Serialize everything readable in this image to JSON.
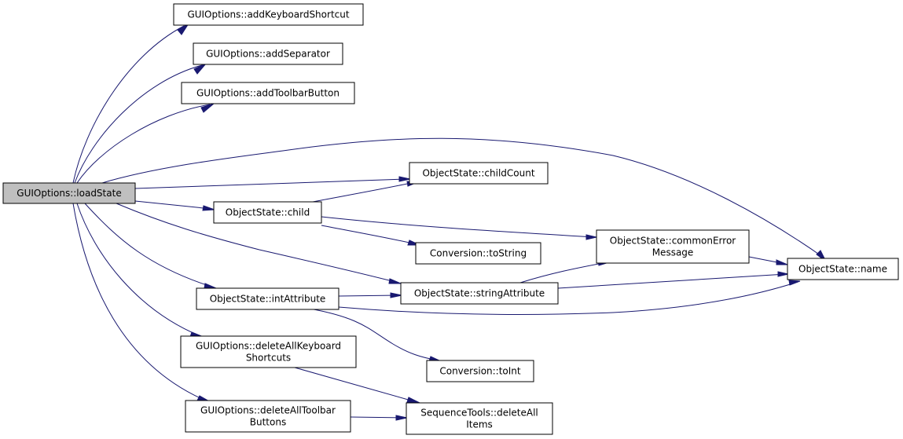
{
  "diagram": {
    "type": "call-graph",
    "edge_color": "#191970",
    "root_fill": "#bfbfbf",
    "nodes": {
      "loadState": {
        "lines": [
          "GUIOptions::loadState"
        ],
        "root": true
      },
      "addKeyboardShortcut": {
        "lines": [
          "GUIOptions::addKeyboardShortcut"
        ]
      },
      "addSeparator": {
        "lines": [
          "GUIOptions::addSeparator"
        ]
      },
      "addToolbarButton": {
        "lines": [
          "GUIOptions::addToolbarButton"
        ]
      },
      "childCount": {
        "lines": [
          "ObjectState::childCount"
        ]
      },
      "child": {
        "lines": [
          "ObjectState::child"
        ]
      },
      "toString": {
        "lines": [
          "Conversion::toString"
        ]
      },
      "commonErrorMessage": {
        "lines": [
          "ObjectState::commonError",
          "Message"
        ]
      },
      "name": {
        "lines": [
          "ObjectState::name"
        ]
      },
      "stringAttribute": {
        "lines": [
          "ObjectState::stringAttribute"
        ]
      },
      "intAttribute": {
        "lines": [
          "ObjectState::intAttribute"
        ]
      },
      "deleteAllKeyboardShortcuts": {
        "lines": [
          "GUIOptions::deleteAllKeyboard",
          "Shortcuts"
        ]
      },
      "toInt": {
        "lines": [
          "Conversion::toInt"
        ]
      },
      "deleteAllToolbarButtons": {
        "lines": [
          "GUIOptions::deleteAllToolbar",
          "Buttons"
        ]
      },
      "deleteAllItems": {
        "lines": [
          "SequenceTools::deleteAll",
          "Items"
        ]
      }
    },
    "edges": [
      [
        "loadState",
        "addKeyboardShortcut"
      ],
      [
        "loadState",
        "addSeparator"
      ],
      [
        "loadState",
        "addToolbarButton"
      ],
      [
        "loadState",
        "name"
      ],
      [
        "loadState",
        "childCount"
      ],
      [
        "loadState",
        "child"
      ],
      [
        "loadState",
        "stringAttribute"
      ],
      [
        "loadState",
        "intAttribute"
      ],
      [
        "loadState",
        "deleteAllKeyboardShortcuts"
      ],
      [
        "loadState",
        "deleteAllToolbarButtons"
      ],
      [
        "child",
        "childCount"
      ],
      [
        "child",
        "commonErrorMessage"
      ],
      [
        "child",
        "toString"
      ],
      [
        "commonErrorMessage",
        "name"
      ],
      [
        "stringAttribute",
        "commonErrorMessage"
      ],
      [
        "stringAttribute",
        "name"
      ],
      [
        "intAttribute",
        "stringAttribute"
      ],
      [
        "intAttribute",
        "name"
      ],
      [
        "intAttribute",
        "toInt"
      ],
      [
        "deleteAllKeyboardShortcuts",
        "deleteAllItems"
      ],
      [
        "deleteAllToolbarButtons",
        "deleteAllItems"
      ]
    ]
  }
}
